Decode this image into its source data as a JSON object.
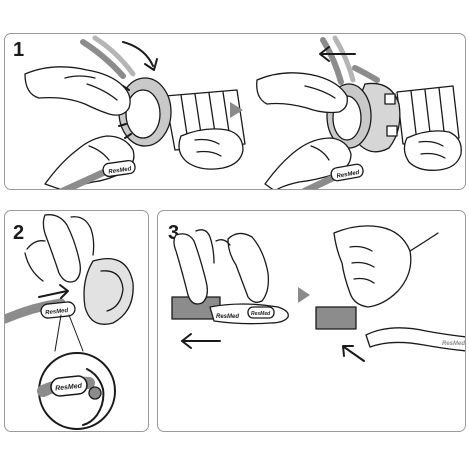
{
  "steps": [
    {
      "number": "1"
    },
    {
      "number": "2"
    },
    {
      "number": "3"
    }
  ],
  "labels": {
    "brand": "ResMed"
  },
  "colors": {
    "outline": "#1a1a1a",
    "strap": "#8c8c8c",
    "strap_light": "#b5b5b5",
    "panel_border": "#9a9a9a",
    "step_arrow": "#8a8a8a"
  }
}
